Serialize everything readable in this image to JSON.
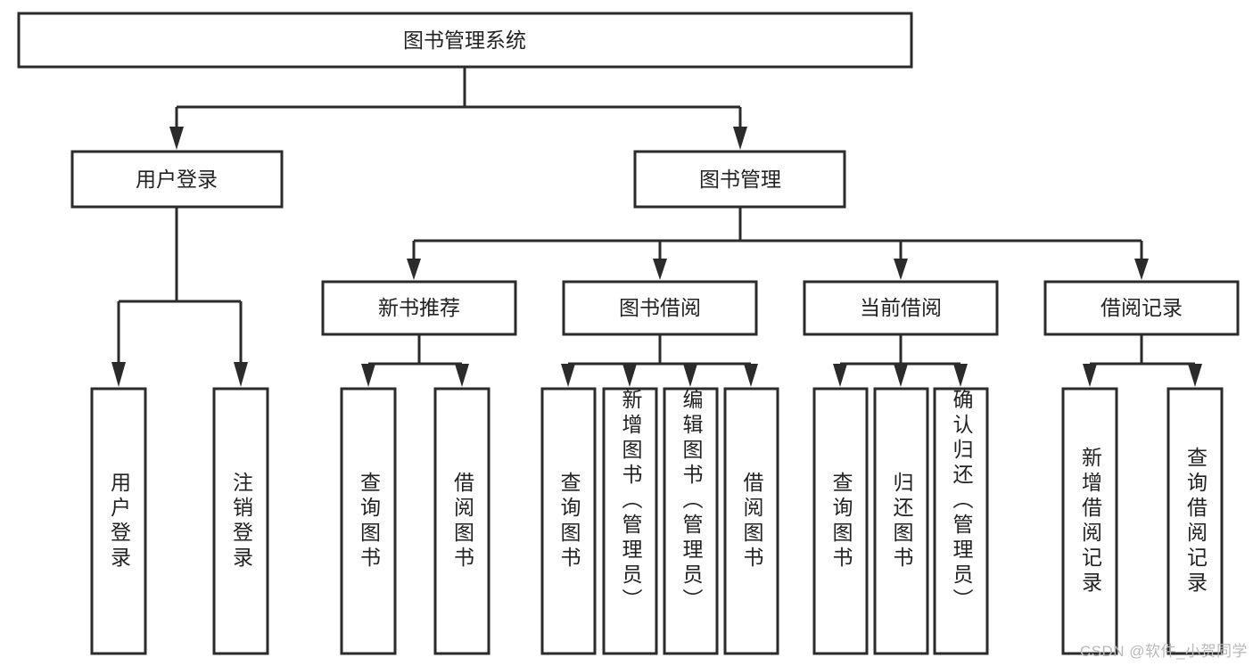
{
  "diagram": {
    "type": "tree",
    "title": "图书管理系统",
    "root": {
      "id": "root",
      "label": "图书管理系统",
      "orientation": "horizontal"
    },
    "level2": [
      {
        "id": "user-login",
        "label": "用户登录",
        "orientation": "horizontal"
      },
      {
        "id": "book-manage",
        "label": "图书管理",
        "orientation": "horizontal"
      }
    ],
    "level3": [
      {
        "id": "new-book-recommend",
        "label": "新书推荐",
        "orientation": "horizontal",
        "parent": "book-manage"
      },
      {
        "id": "book-borrow",
        "label": "图书借阅",
        "orientation": "horizontal",
        "parent": "book-manage"
      },
      {
        "id": "current-borrow",
        "label": "当前借阅",
        "orientation": "horizontal",
        "parent": "book-manage"
      },
      {
        "id": "borrow-record",
        "label": "借阅记录",
        "orientation": "horizontal",
        "parent": "book-manage"
      }
    ],
    "leaves": [
      {
        "id": "leaf-user-login",
        "label": "用户登录",
        "parent": "user-login",
        "orientation": "vertical"
      },
      {
        "id": "leaf-user-logout",
        "label": "注销登录",
        "parent": "user-login",
        "orientation": "vertical"
      },
      {
        "id": "leaf-query-book-1",
        "label": "查询图书",
        "parent": "new-book-recommend",
        "orientation": "vertical"
      },
      {
        "id": "leaf-borrow-book-1",
        "label": "借阅图书",
        "parent": "new-book-recommend",
        "orientation": "vertical"
      },
      {
        "id": "leaf-query-book-2",
        "label": "查询图书",
        "parent": "book-borrow",
        "orientation": "vertical"
      },
      {
        "id": "leaf-add-book",
        "label": "新增图书（管理员）",
        "parent": "book-borrow",
        "orientation": "vertical"
      },
      {
        "id": "leaf-edit-book",
        "label": "编辑图书（管理员）",
        "parent": "book-borrow",
        "orientation": "vertical"
      },
      {
        "id": "leaf-borrow-book-2",
        "label": "借阅图书",
        "parent": "book-borrow",
        "orientation": "vertical"
      },
      {
        "id": "leaf-query-book-3",
        "label": "查询图书",
        "parent": "current-borrow",
        "orientation": "vertical"
      },
      {
        "id": "leaf-return-book",
        "label": "归还图书",
        "parent": "current-borrow",
        "orientation": "vertical"
      },
      {
        "id": "leaf-confirm-return",
        "label": "确认归还（管理员）",
        "parent": "current-borrow",
        "orientation": "vertical"
      },
      {
        "id": "leaf-add-record",
        "label": "新增借阅记录",
        "parent": "borrow-record",
        "orientation": "vertical"
      },
      {
        "id": "leaf-query-record",
        "label": "查询借阅记录",
        "parent": "borrow-record",
        "orientation": "vertical"
      }
    ],
    "colors": {
      "background": "#ffffff",
      "box_fill": "#ffffff",
      "box_stroke": "#2b2b2b",
      "text": "#222222",
      "watermark": "#b9b9b9"
    }
  },
  "watermark": {
    "text": "CSDN @软件_小贺同学"
  }
}
